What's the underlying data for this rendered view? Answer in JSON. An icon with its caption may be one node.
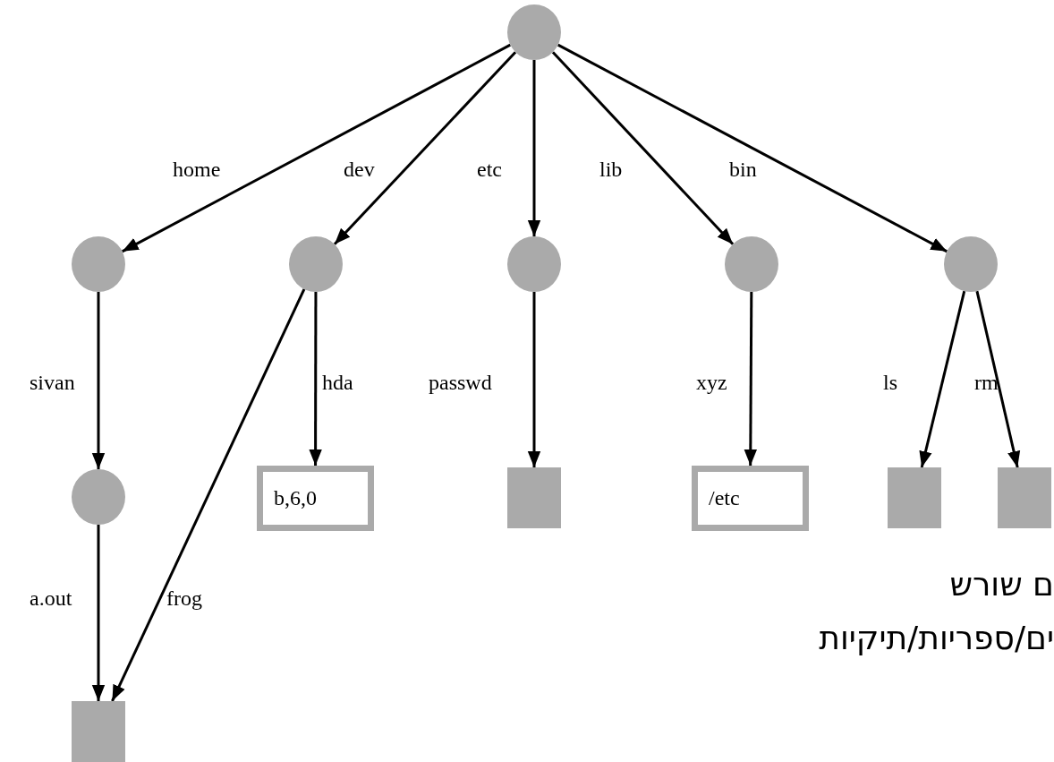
{
  "diagram": {
    "nodes": [
      {
        "text": [],
        "shape": "circle"
      },
      {
        "text": [],
        "shape": "circle"
      },
      {
        "text": [],
        "shape": "circle"
      },
      {
        "text": [],
        "shape": "circle"
      },
      {
        "text": [],
        "shape": "circle"
      },
      {
        "text": [],
        "shape": "circle"
      },
      {
        "text": [],
        "shape": "circle"
      },
      {
        "text": [
          "b,6,0"
        ]
      },
      {
        "text": [],
        "shape": "box"
      },
      {
        "text": [
          "/etc"
        ]
      },
      {
        "text": [],
        "shape": "box"
      },
      {
        "text": [],
        "shape": "box"
      },
      {
        "text": [],
        "shape": "box"
      }
    ],
    "edges": [
      {
        "from": 0,
        "to": 1,
        "arrow": "to",
        "label": "home"
      },
      {
        "from": 0,
        "to": 2,
        "arrow": "to",
        "label": "dev"
      },
      {
        "from": 0,
        "to": 3,
        "arrow": "to",
        "label": "etc"
      },
      {
        "from": 0,
        "to": 4,
        "arrow": "to",
        "label": "lib"
      },
      {
        "from": 0,
        "to": 5,
        "arrow": "to",
        "label": "bin"
      },
      {
        "from": 1,
        "to": 6,
        "arrow": "to",
        "label": "sivan"
      },
      {
        "from": 2,
        "to": 7,
        "arrow": "to",
        "label": "hda"
      },
      {
        "from": 3,
        "to": 8,
        "arrow": "to",
        "label": "passwd"
      },
      {
        "from": 4,
        "to": 9,
        "arrow": "to",
        "label": "xyz"
      },
      {
        "from": 5,
        "to": 10,
        "arrow": "to",
        "label": "ls"
      },
      {
        "from": 5,
        "to": 11,
        "arrow": "to",
        "label": "rm"
      },
      {
        "from": 6,
        "to": 12,
        "arrow": "to",
        "label": "a.out"
      },
      {
        "from": 2,
        "to": 12,
        "arrow": "to",
        "label": "frog"
      }
    ],
    "labels": [
      "ם שורש",
      "ים/ספריות/תיקיות"
    ]
  }
}
